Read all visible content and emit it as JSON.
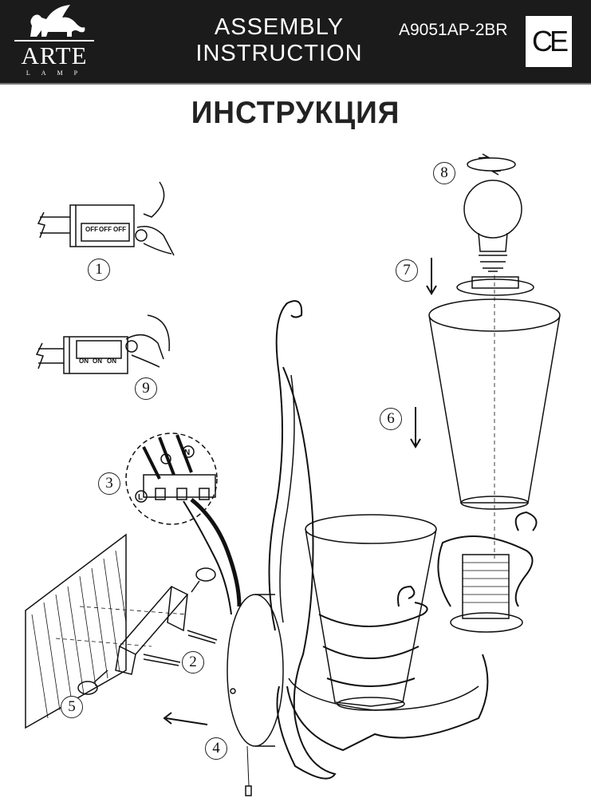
{
  "header": {
    "logo_text": "ARTE",
    "logo_subtext": "LAMP",
    "title_line1": "ASSEMBLY",
    "title_line2": "INSTRUCTION",
    "model": "A9051AP-2BR",
    "certification_mark": "CE"
  },
  "page_title": "ИНСТРУКЦИЯ",
  "steps": [
    "1",
    "2",
    "3",
    "4",
    "5",
    "6",
    "7",
    "8",
    "9"
  ],
  "switch_off": {
    "labels": [
      "OFF",
      "OFF",
      "OFF"
    ]
  },
  "switch_on": {
    "labels": [
      "ON",
      "ON",
      "ON"
    ]
  },
  "wiring": {
    "live": "L",
    "neutral": "N"
  }
}
